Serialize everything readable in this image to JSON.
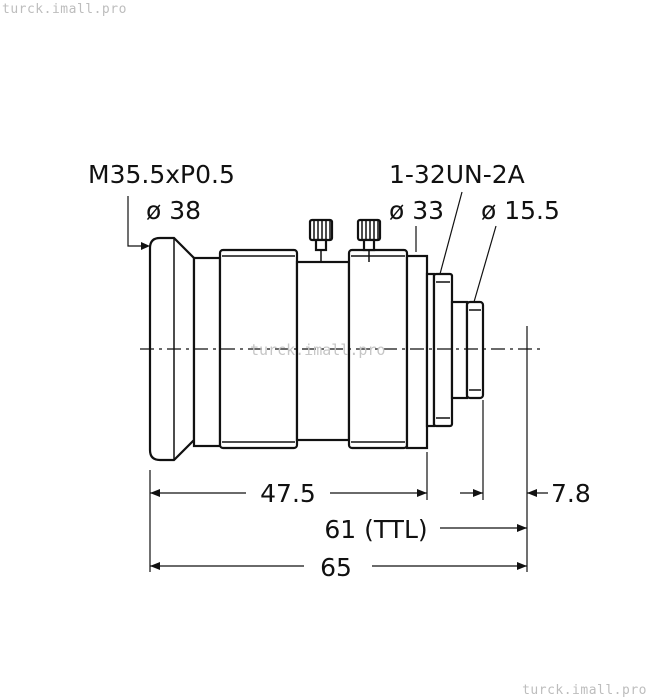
{
  "watermark": "turck.imall.pro",
  "labels": {
    "thread": "M35.5xP0.5",
    "diameter_front": "ø 38",
    "thread_mount": "1-32UN-2A",
    "diameter_body": "ø 33",
    "diameter_back": "ø 15.5",
    "length_body": "47.5",
    "length_back": "7.8",
    "length_ttl": "61 (TTL)",
    "length_total": "65"
  }
}
